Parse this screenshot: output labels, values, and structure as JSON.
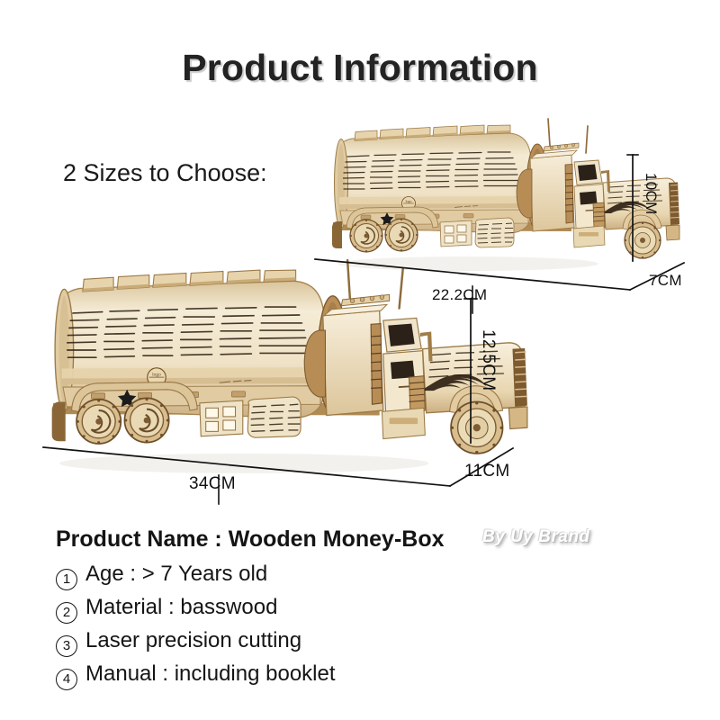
{
  "header": {
    "title": "Product Information",
    "subtitle": "2 Sizes to Choose:"
  },
  "watermark": "By Uy Brand",
  "models": [
    {
      "id": "small-truck",
      "name": "wooden-tanker-truck-small",
      "dimensions": {
        "length": "22.2CM",
        "height": "10CM",
        "depth": "7CM"
      }
    },
    {
      "id": "large-truck",
      "name": "wooden-tanker-truck-large",
      "dimensions": {
        "length": "34CM",
        "height": "12.5CM",
        "depth": "11CM"
      }
    }
  ],
  "specs": {
    "product_name": "Product Name : Wooden Money-Box",
    "items": [
      {
        "num": "1",
        "text": "Age : > 7 Years old"
      },
      {
        "num": "2",
        "text": "Material : basswood"
      },
      {
        "num": "3",
        "text": "Laser precision cutting"
      },
      {
        "num": "4",
        "text": "Manual : including booklet"
      }
    ]
  },
  "colors": {
    "background": "#ffffff",
    "text": "#151515",
    "wood_light": "#f2e7cd",
    "wood_mid": "#e3d2ab",
    "wood_dark": "#c9ad79",
    "wood_shadow": "#8d6a3c",
    "engrave": "#3d2b16"
  }
}
